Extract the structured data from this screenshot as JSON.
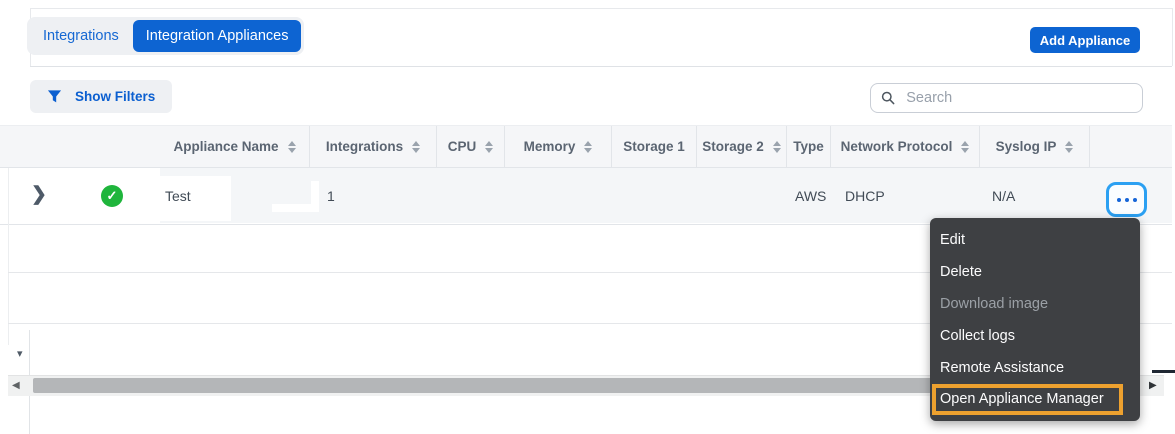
{
  "tabs": [
    {
      "label": "Integrations",
      "active": false
    },
    {
      "label": "Integration Appliances",
      "active": true
    }
  ],
  "header": {
    "add_button_label": "Add Appliance"
  },
  "toolbar": {
    "show_filters_label": "Show Filters",
    "search_placeholder": "Search",
    "search_value": ""
  },
  "table": {
    "columns": [
      {
        "label": "Appliance Name",
        "sortable": true
      },
      {
        "label": "Integrations",
        "sortable": true
      },
      {
        "label": "CPU",
        "sortable": true
      },
      {
        "label": "Memory",
        "sortable": true
      },
      {
        "label": "Storage 1",
        "sortable": false
      },
      {
        "label": "Storage 2",
        "sortable": true
      },
      {
        "label": "Type",
        "sortable": false
      },
      {
        "label": "Network Protocol",
        "sortable": true
      },
      {
        "label": "Syslog IP",
        "sortable": true
      }
    ],
    "row": {
      "status": "ok",
      "appliance_name": "Test",
      "integrations": "1",
      "type": "AWS",
      "network_protocol": "DHCP",
      "syslog_ip": "N/A"
    }
  },
  "context_menu": {
    "items": [
      {
        "label": "Edit",
        "enabled": true
      },
      {
        "label": "Delete",
        "enabled": true
      },
      {
        "label": "Download image",
        "enabled": false
      },
      {
        "label": "Collect logs",
        "enabled": true
      },
      {
        "label": "Remote Assistance",
        "enabled": true
      },
      {
        "label": "Open Appliance Manager",
        "enabled": true,
        "highlighted": true
      }
    ]
  },
  "icons": {
    "expander": "❯",
    "status_check": "✓",
    "caret": "▾",
    "scroll_left": "◀",
    "scroll_right": "▶"
  },
  "colors": {
    "primary_blue": "#0d64d2",
    "link_blue": "#1568d3",
    "actions_border_blue": "#2ba0f2",
    "status_green": "#1fb53c",
    "menu_background": "#3e4043",
    "highlight_orange": "#eda12f",
    "header_background": "#f5f6f8",
    "row_background": "#f4f6f8"
  }
}
